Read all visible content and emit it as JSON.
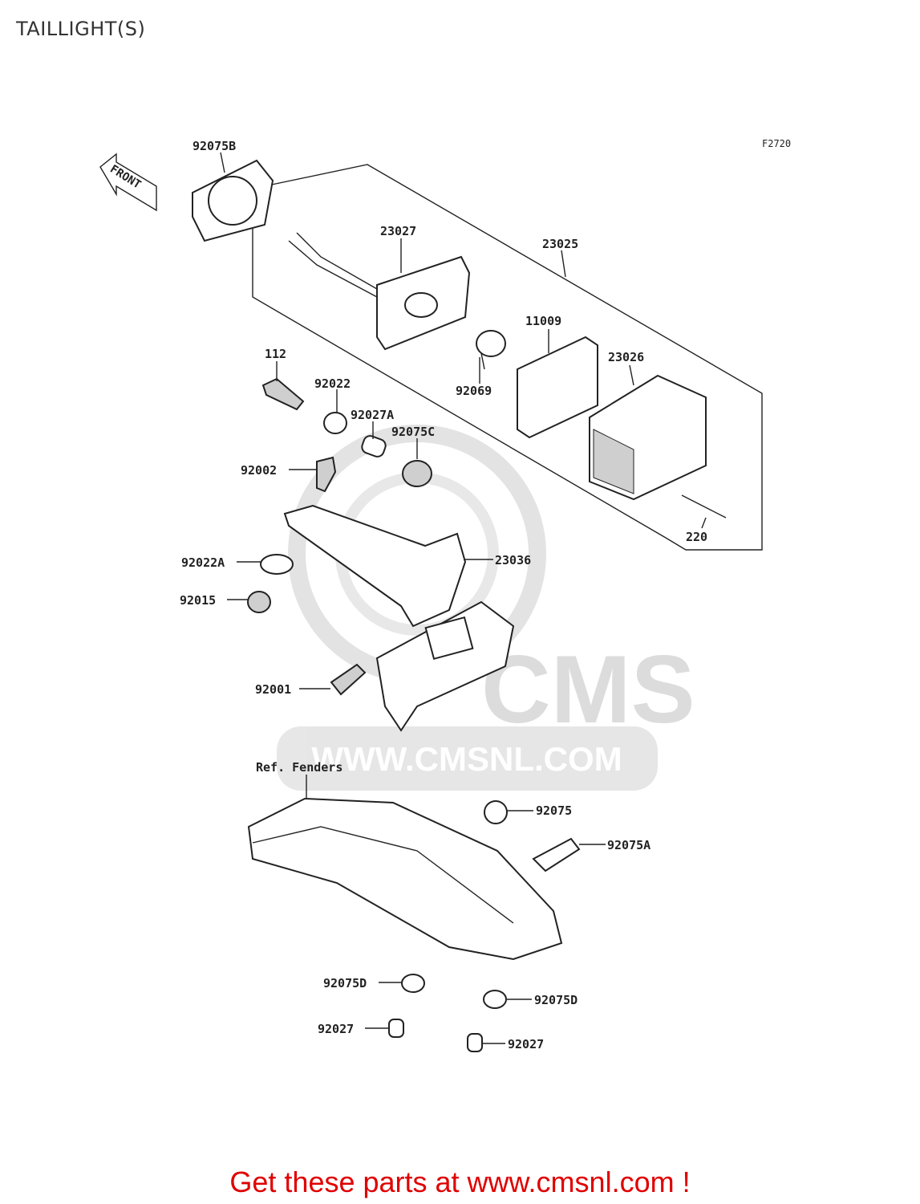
{
  "page": {
    "title": "TAILLIGHT(S)"
  },
  "diagram": {
    "code": "F2720",
    "front_label": "FRONT",
    "ref_label": "Ref. Fenders",
    "watermark": {
      "logo_text": "CMS",
      "url": "WWW.CMSNL.COM"
    },
    "parts": [
      "92075B",
      "23027",
      "23025",
      "11009",
      "23026",
      "92069",
      "112",
      "92022",
      "92027A",
      "92075C",
      "92002",
      "23036",
      "92022A",
      "92015",
      "220",
      "92001",
      "92075",
      "92075A",
      "92075D",
      "92075D",
      "92027",
      "92027"
    ]
  },
  "footer": {
    "cta": "Get these parts at www.cmsnl.com !"
  }
}
